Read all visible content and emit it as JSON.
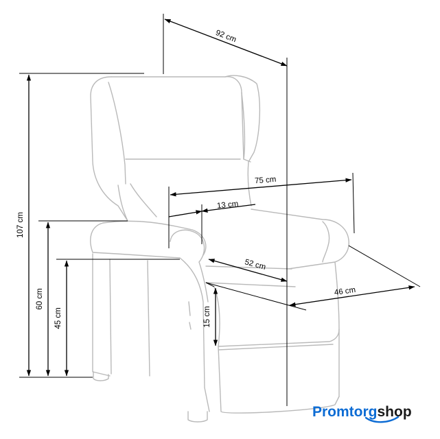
{
  "dimensions": {
    "overall_width": "92 cm",
    "seat_width_total": "75 cm",
    "armrest_width": "13 cm",
    "seat_depth": "52 cm",
    "armrest_depth": "46 cm",
    "total_height": "107 cm",
    "armrest_height": "60 cm",
    "seat_height": "45 cm",
    "footrest_height": "15 cm"
  },
  "brand": {
    "name_part1": "Promtorg",
    "name_part2": "shop",
    "color_primary": "#0d6cd4",
    "color_secondary": "#1a1a1a"
  }
}
